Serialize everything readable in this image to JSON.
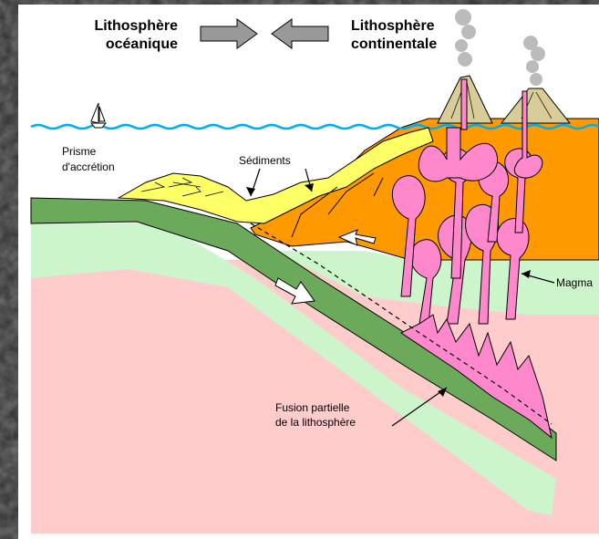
{
  "header": {
    "oceanic_line1": "Lithosphère",
    "oceanic_line2": "océanique",
    "continental_line1": "Lithosphère",
    "continental_line2": "continentale"
  },
  "labels": {
    "prism_line1": "Prisme",
    "prism_line2": "d'accrétion",
    "sediments": "Sédiments",
    "magma": "Magma",
    "fusion_line1": "Fusion partielle",
    "fusion_line2": "de la lithosphère"
  },
  "colors": {
    "ocean_blue": "#00aeef",
    "oceanic_plate_dark": "#6aaa5a",
    "lithosphere_light_green": "#ccf5cc",
    "mantle_pink": "#ffcccc",
    "continental_orange": "#ff9900",
    "sediment_yellow": "#ffff66",
    "magma_pink": "#ff88cc",
    "volcano_tan": "#d8cc99",
    "arrow_gray": "#999999"
  }
}
